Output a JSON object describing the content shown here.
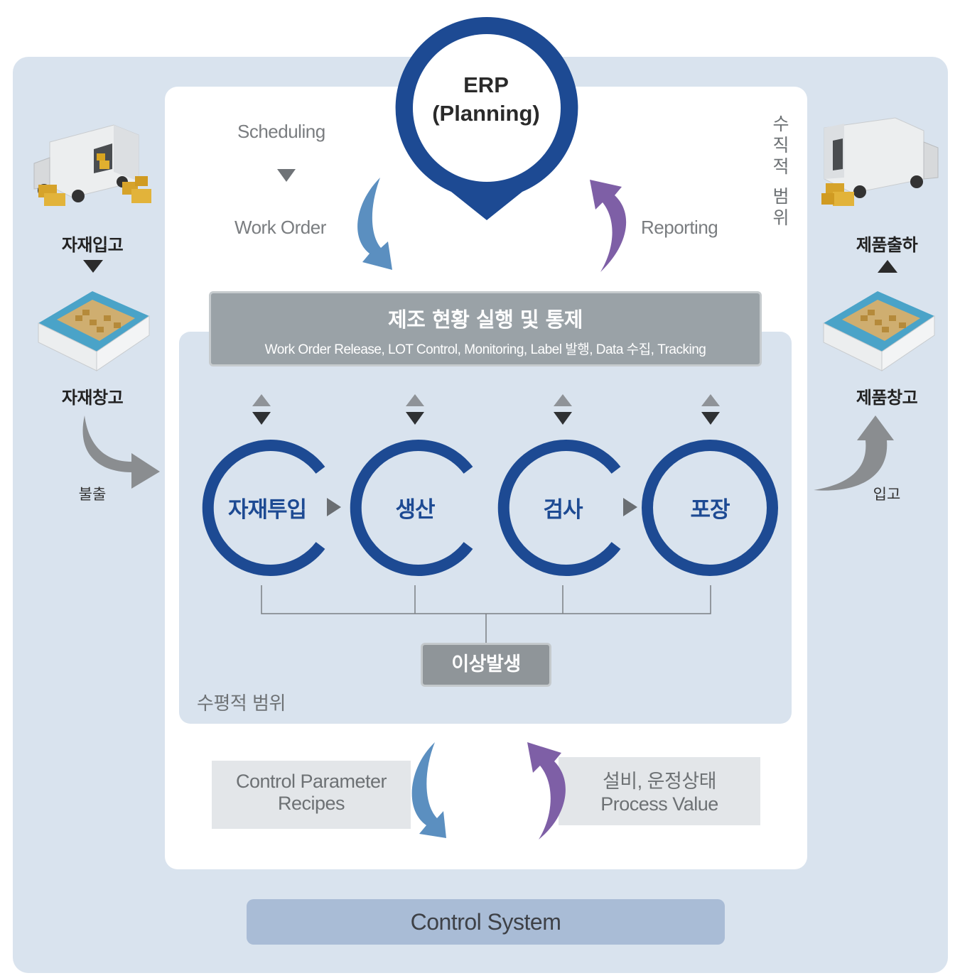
{
  "erp": {
    "line1": "ERP",
    "line2": "(Planning)"
  },
  "top_flow": {
    "scheduling": "Scheduling",
    "work_order": "Work Order",
    "reporting": "Reporting"
  },
  "vertical_scope": [
    "수",
    "직",
    "적",
    "범",
    "위"
  ],
  "left_side": {
    "inbound": "자재입고",
    "warehouse": "자재창고",
    "release": "불출"
  },
  "right_side": {
    "shipping": "제품출하",
    "warehouse": "제품창고",
    "receive": "입고"
  },
  "mes": {
    "title": "제조 현황 실행 및 통제",
    "subtitle": "Work Order Release, LOT Control, Monitoring, Label 발행, Data 수집, Tracking"
  },
  "processes": [
    "자재투입",
    "생산",
    "검사",
    "포장"
  ],
  "anomaly": "이상발생",
  "horizontal_scope": "수평적 범위",
  "control_params": {
    "line1": "Control Parameter",
    "line2": "Recipes"
  },
  "equipment_status": {
    "line1": "설비, 운정상태",
    "line2": "Process Value"
  },
  "control_system": "Control System",
  "colors": {
    "navy": "#1d4a93",
    "panel": "#d9e3ee",
    "arrow_blue": "#5b8fc0",
    "arrow_purple": "#7e5fa6",
    "arrow_grey": "#8a8d90"
  }
}
